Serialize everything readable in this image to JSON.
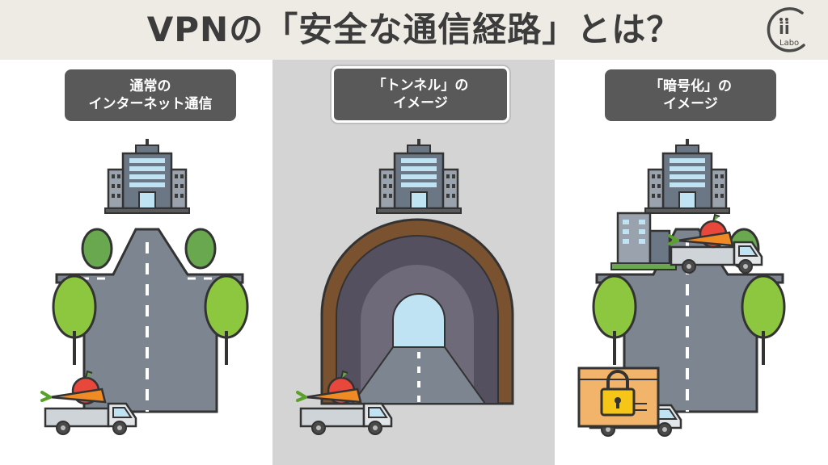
{
  "header": {
    "title": "VPNの「安全な通信経路」とは？",
    "logo_text": "chii Labo"
  },
  "panels": [
    {
      "id": "normal",
      "label": "通常の\nインターネット通信"
    },
    {
      "id": "tunnel",
      "label": "「トンネル」の\nイメージ"
    },
    {
      "id": "encryption",
      "label": "「暗号化」の\nイメージ"
    }
  ],
  "colors": {
    "header_bg": "#edebe3",
    "title_text": "#3c3c3c",
    "label_bg": "#595959",
    "center_bg": "#d4d4d4",
    "road": "#7d8590",
    "tree": "#8dc63f",
    "tunnel_arch": "#7a5230"
  },
  "icons": [
    "office-building-icon",
    "road",
    "tree-icon",
    "truck-icon",
    "carrot-icon",
    "apple-icon",
    "tunnel-icon",
    "padlock-icon",
    "cardboard-box-icon"
  ]
}
